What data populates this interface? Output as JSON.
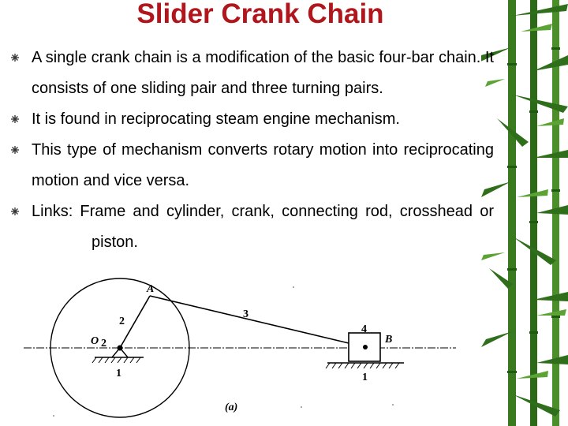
{
  "slide": {
    "title": "Slider Crank Chain",
    "bullets": [
      "A single crank chain is a modification of the basic four-bar chain. It consists of one sliding pair and three turning pairs.",
      "It is found in reciprocating steam engine mechanism.",
      "This type of mechanism converts rotary motion into reciprocating motion and vice versa.",
      "Links: Frame and cylinder, crank, connecting rod, crosshead or",
      "piston."
    ]
  },
  "figure": {
    "labels": {
      "point_a": "A",
      "point_o2": "O",
      "o2_subscript": "2",
      "point_b": "B",
      "link_1_left": "1",
      "link_1_right": "1",
      "link_2": "2",
      "link_3": "3",
      "link_4": "4",
      "caption": "(a)"
    }
  },
  "colors": {
    "title": "#b0161c",
    "text": "#000000",
    "bamboo_dark": "#1f5a12",
    "bamboo_light": "#4a8f2a"
  },
  "icons": {
    "bullet": "snowflake-bullet-icon",
    "background": "bamboo-decoration"
  }
}
